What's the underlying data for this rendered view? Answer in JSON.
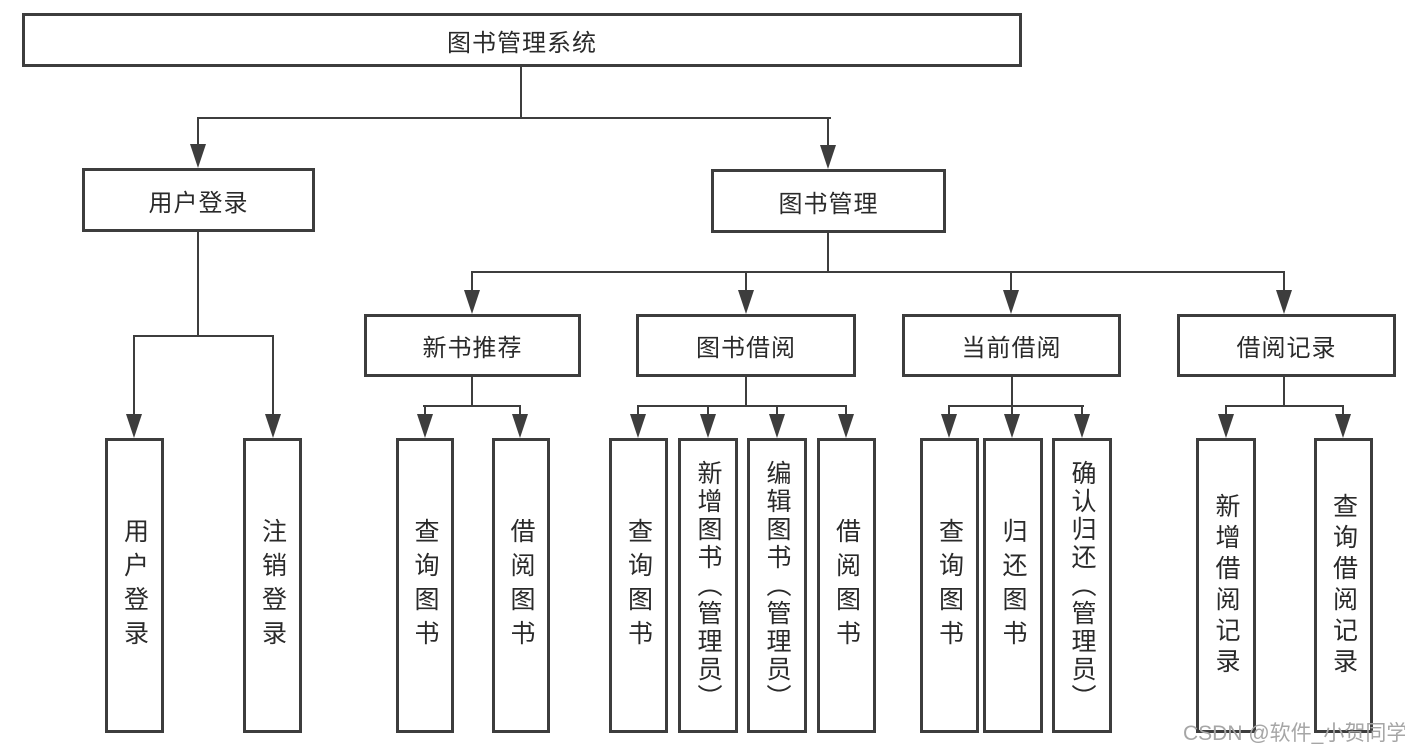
{
  "diagram": {
    "title": "图书管理系统",
    "root": {
      "label": "图书管理系统"
    },
    "level2": [
      {
        "label": "用户登录"
      },
      {
        "label": "图书管理"
      }
    ],
    "login_children": [
      {
        "label": "用户登录"
      },
      {
        "label": "注销登录"
      }
    ],
    "level3": [
      {
        "label": "新书推荐"
      },
      {
        "label": "图书借阅"
      },
      {
        "label": "当前借阅"
      },
      {
        "label": "借阅记录"
      }
    ],
    "new_book_children": [
      {
        "label": "查询图书"
      },
      {
        "label": "借阅图书"
      }
    ],
    "borrow_children": [
      {
        "label": "查询图书"
      },
      {
        "label": "新增图书（管理员）"
      },
      {
        "label": "编辑图书（管理员）"
      },
      {
        "label": "借阅图书"
      }
    ],
    "current_children": [
      {
        "label": "查询图书"
      },
      {
        "label": "归还图书"
      },
      {
        "label": "确认归还（管理员）"
      }
    ],
    "record_children": [
      {
        "label": "新增借阅记录"
      },
      {
        "label": "查询借阅记录"
      }
    ]
  },
  "watermark": {
    "text": "CSDN @软件_小贺同学"
  },
  "colors": {
    "line": "#3d3d3d",
    "text": "#2a2a2a",
    "watermark": "#a6a6a6",
    "background": "#ffffff"
  }
}
